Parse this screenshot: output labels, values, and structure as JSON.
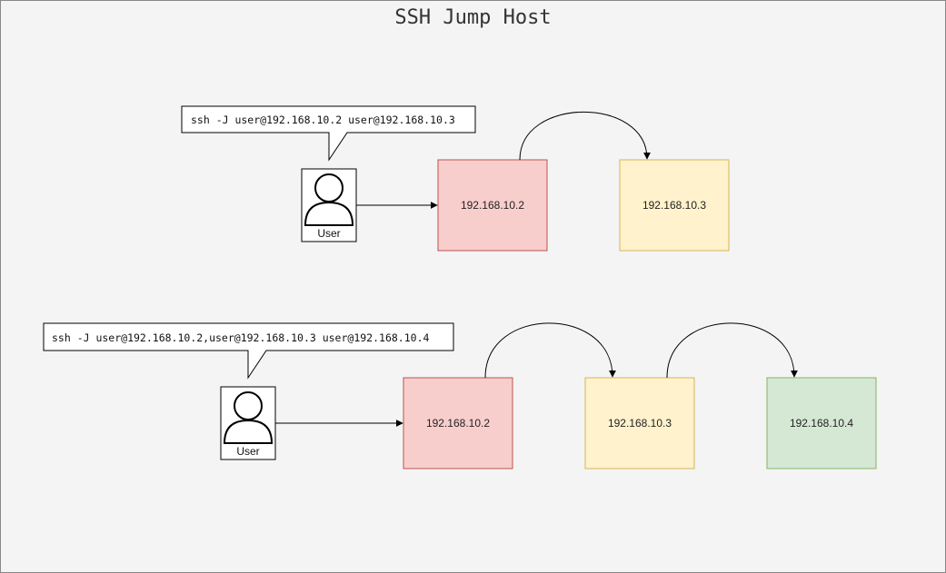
{
  "title": "SSH Jump Host",
  "scenario1": {
    "command": "ssh -J user@192.168.10.2 user@192.168.10.3",
    "user_label": "User",
    "hosts": [
      {
        "label": "192.168.10.2",
        "fill": "#f8cecc",
        "stroke": "#b85450"
      },
      {
        "label": "192.168.10.3",
        "fill": "#fff2cc",
        "stroke": "#d6b656"
      }
    ]
  },
  "scenario2": {
    "command": "ssh -J user@192.168.10.2,user@192.168.10.3 user@192.168.10.4",
    "user_label": "User",
    "hosts": [
      {
        "label": "192.168.10.2",
        "fill": "#f8cecc",
        "stroke": "#b85450"
      },
      {
        "label": "192.168.10.3",
        "fill": "#fff2cc",
        "stroke": "#d6b656"
      },
      {
        "label": "192.168.10.4",
        "fill": "#d5e8d4",
        "stroke": "#82b366"
      }
    ]
  }
}
